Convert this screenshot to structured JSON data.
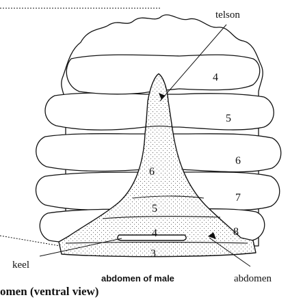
{
  "diagram": {
    "labels": {
      "telson": "telson",
      "keel": "keel",
      "abdomen": "abdomen",
      "caption": "abdomen of male",
      "bottom_heading": "omen (ventral view)"
    },
    "thorax_segment_numbers": [
      "4",
      "5",
      "6",
      "7",
      "8"
    ],
    "abdomen_segment_numbers": [
      "6",
      "5",
      "4",
      "3"
    ],
    "colors": {
      "ink": "#111111",
      "background": "#ffffff"
    }
  }
}
